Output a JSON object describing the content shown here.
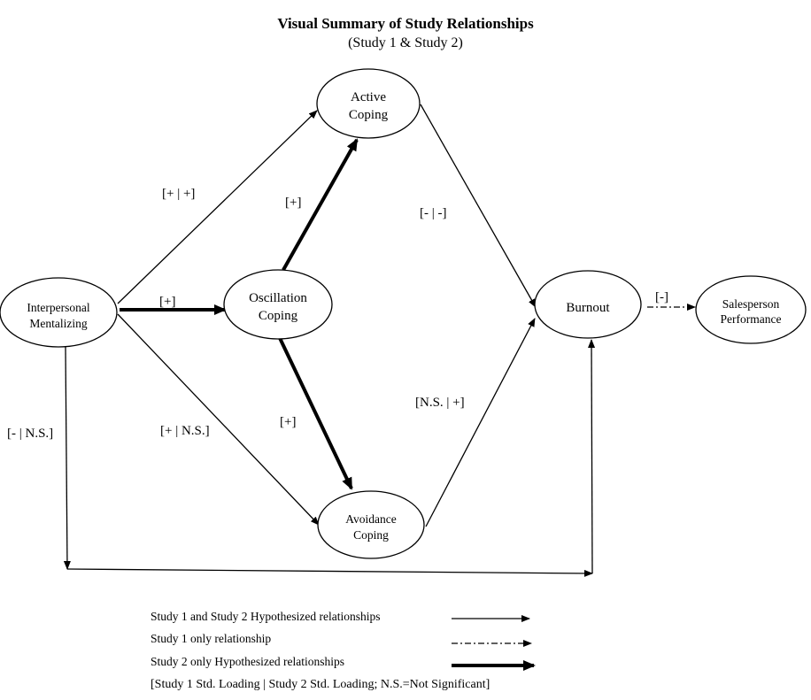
{
  "title": "Visual Summary of Study Relationships",
  "subtitle": "(Study 1 & Study 2)",
  "nodes": {
    "interpersonal": [
      "Interpersonal",
      "Mentalizing"
    ],
    "active": [
      "Active",
      "Coping"
    ],
    "oscillation": [
      "Oscillation",
      "Coping"
    ],
    "avoidance": [
      "Avoidance",
      "Coping"
    ],
    "burnout": [
      "Burnout"
    ],
    "performance": [
      "Salesperson",
      "Performance"
    ]
  },
  "edge_labels": {
    "im_active": "[+ | +]",
    "osc_active": "[+]",
    "active_burnout": "[- | -]",
    "im_osc": "[+]",
    "burnout_perf": "[-]",
    "im_avoid": "[+ | N.S.]",
    "osc_avoid": "[+]",
    "avoid_burnout": "[N.S. | +]",
    "im_burnout": "[- | N.S.]"
  },
  "legend": {
    "both": "Study 1 and Study 2 Hypothesized relationships",
    "study1": "Study 1 only relationship",
    "study2": "Study 2 only Hypothesized relationships",
    "note": "[Study 1 Std. Loading | Study 2 Std. Loading; N.S.=Not Significant]"
  }
}
